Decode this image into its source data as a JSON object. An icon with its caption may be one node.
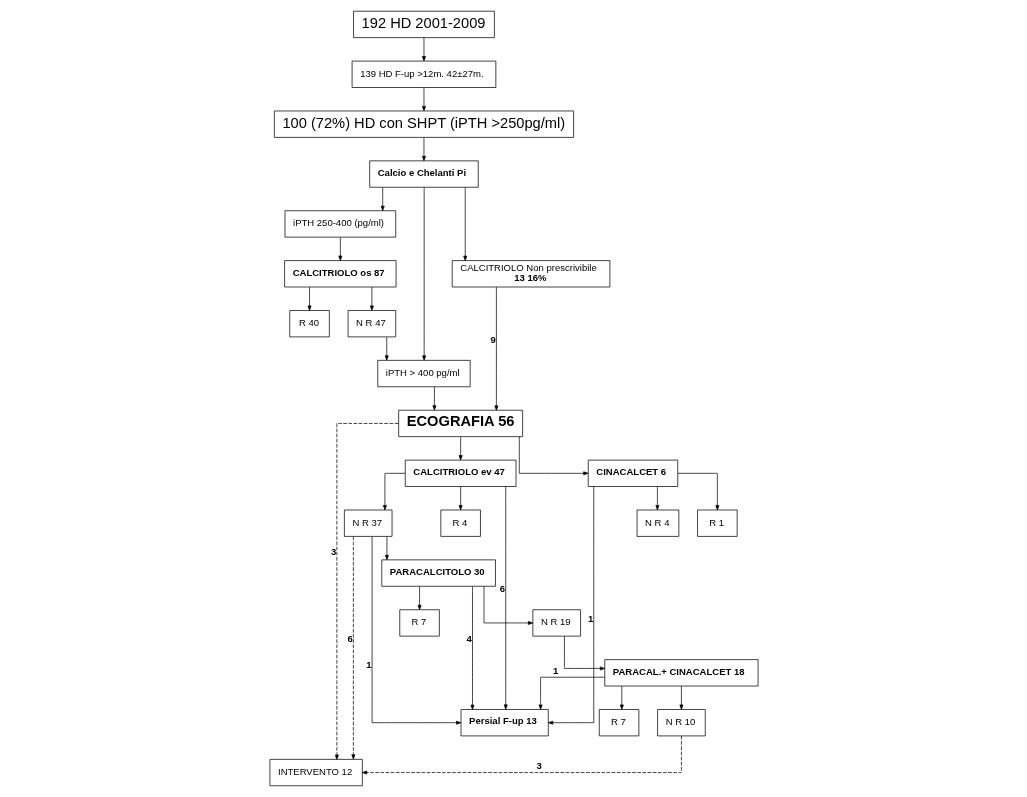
{
  "diagram": {
    "nodes": [
      {
        "text": [
          "192 HD 2001-2009"
        ]
      },
      {
        "text": [
          "139 HD F-up >12m. 42±27m."
        ]
      },
      {
        "text": [
          "100 (72%) HD con SHPT (iPTH >250pg/ml)"
        ]
      },
      {
        "text": [
          "Calcio e Chelanti Pi"
        ]
      },
      {
        "text": [
          "iPTH 250-400 (pg/ml)"
        ]
      },
      {
        "text": [
          "iPTH > 400 pg/ml"
        ]
      },
      {
        "text": [
          "CALCITRIOLO Non prescrivibile",
          "13 16%"
        ]
      },
      {
        "text": [
          "CALCITRIOLO os 87"
        ]
      },
      {
        "text": [
          "ECOGRAFIA 56"
        ]
      },
      {
        "text": [
          "R 40"
        ]
      },
      {
        "text": [
          "N R 47"
        ]
      },
      {
        "text": [
          "CALCITRIOLO ev 47"
        ]
      },
      {
        "text": [
          "INTERVENTO 12"
        ]
      },
      {
        "text": [
          "R 4"
        ]
      },
      {
        "text": [
          "N R 37"
        ]
      },
      {
        "text": [
          "Persial F-up 13"
        ]
      },
      {
        "text": [
          "PARACALCITOLO 30"
        ]
      },
      {
        "text": [
          "R 7"
        ]
      },
      {
        "text": [
          "N R 19"
        ]
      },
      {
        "text": [
          "PARACAL.+ CINACALCET 18"
        ]
      },
      {
        "text": [
          "CINACALCET 6"
        ]
      },
      {
        "text": [
          "R 7"
        ]
      },
      {
        "text": [
          "N R 10"
        ]
      },
      {
        "text": [
          "R 1"
        ]
      },
      {
        "text": [
          "N R 4"
        ]
      }
    ],
    "edges": [
      {
        "from": 0,
        "to": 1,
        "arrow": "to"
      },
      {
        "from": 1,
        "to": 2,
        "arrow": "to"
      },
      {
        "from": 2,
        "to": 3,
        "arrow": "to"
      },
      {
        "from": 3,
        "to": 4,
        "arrow": "to"
      },
      {
        "from": 3,
        "to": 5,
        "arrow": "to"
      },
      {
        "from": 3,
        "to": 6,
        "arrow": "to"
      },
      {
        "from": 4,
        "to": 7,
        "arrow": "to"
      },
      {
        "from": 7,
        "to": 9,
        "arrow": "to"
      },
      {
        "from": 7,
        "to": 10,
        "arrow": "to"
      },
      {
        "from": 10,
        "to": 5,
        "arrow": "to"
      },
      {
        "from": 5,
        "to": 8,
        "arrow": "to"
      },
      {
        "from": 6,
        "to": 8,
        "arrow": "to",
        "label": "9"
      },
      {
        "from": 8,
        "to": 11,
        "arrow": "to"
      },
      {
        "from": 8,
        "to": 12,
        "arrow": "to",
        "style": "dashed",
        "label": "3"
      },
      {
        "from": 8,
        "to": 20,
        "arrow": "to"
      },
      {
        "from": 11,
        "to": 13,
        "arrow": "to"
      },
      {
        "from": 11,
        "to": 14,
        "arrow": "to"
      },
      {
        "from": 11,
        "to": 15,
        "arrow": "to",
        "label": "6"
      },
      {
        "from": 14,
        "to": 12,
        "arrow": "to",
        "style": "dashed",
        "label": "6"
      },
      {
        "from": 14,
        "to": 16,
        "arrow": "to"
      },
      {
        "from": 14,
        "to": 15,
        "arrow": "to",
        "label": "1"
      },
      {
        "from": 16,
        "to": 15,
        "arrow": "to",
        "label": "4"
      },
      {
        "from": 16,
        "to": 17,
        "arrow": "to"
      },
      {
        "from": 16,
        "to": 18,
        "arrow": "to"
      },
      {
        "from": 18,
        "to": 19,
        "arrow": "to"
      },
      {
        "from": 19,
        "to": 15,
        "arrow": "to",
        "label": "1"
      },
      {
        "from": 20,
        "to": 15,
        "arrow": "to",
        "label": "1"
      },
      {
        "from": 19,
        "to": 21,
        "arrow": "to"
      },
      {
        "from": 19,
        "to": 22,
        "arrow": "to"
      },
      {
        "from": 22,
        "to": 12,
        "arrow": "to",
        "style": "dashed",
        "label": "3"
      },
      {
        "from": 20,
        "to": 23,
        "arrow": "to"
      },
      {
        "from": 20,
        "to": 24,
        "arrow": "to"
      }
    ]
  }
}
